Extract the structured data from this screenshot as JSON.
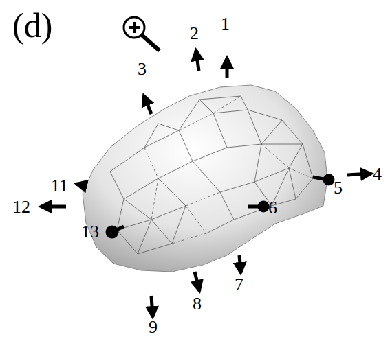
{
  "diagram": {
    "labels": [
      "(d)",
      "1",
      "2",
      "3",
      "4",
      "5",
      "6",
      "7",
      "8",
      "9",
      "11",
      "12",
      "13"
    ]
  }
}
